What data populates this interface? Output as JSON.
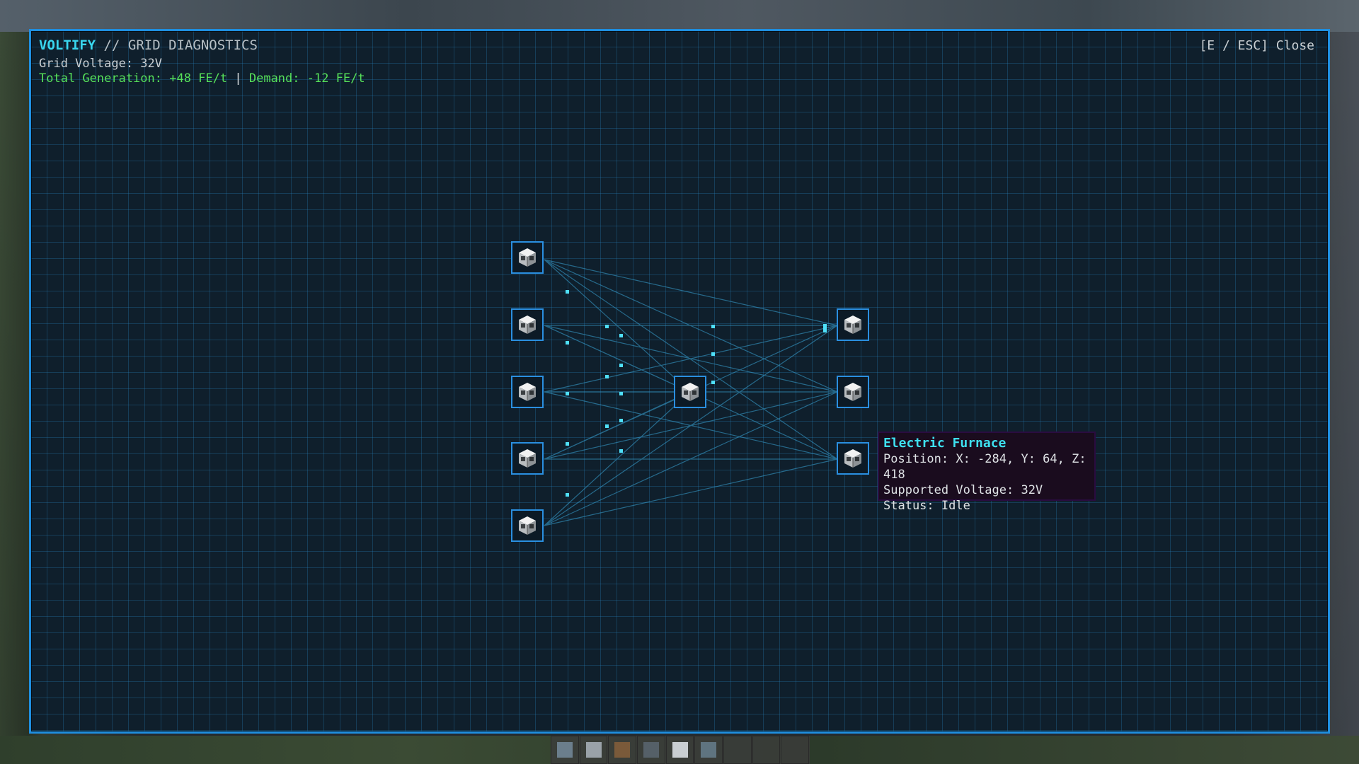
{
  "header": {
    "brand": "VOLTIFY",
    "separator": "//",
    "subtitle": "GRID DIAGNOSTICS",
    "voltage_text": "Grid Voltage: 32V",
    "generation_text": "Total Generation: +48 FE/t",
    "divider": "|",
    "demand_text": "Demand: -12 FE/t",
    "close_text": "[E / ESC] Close"
  },
  "tooltip": {
    "title": "Electric Furnace",
    "position": "Position: X: -284, Y: 64, Z: 418",
    "voltage": "Supported Voltage: 32V",
    "status": "Status: Idle"
  },
  "colors": {
    "accent": "#1f8fe0",
    "brand": "#39d6ee",
    "generation": "#56e05a",
    "link": "#3aa6d8",
    "tooltip_bg": "#1a0c1e"
  },
  "nodes": [
    {
      "id": "gen-1",
      "icon": "generator-icon"
    },
    {
      "id": "gen-2",
      "icon": "generator-icon"
    },
    {
      "id": "gen-3",
      "icon": "generator-icon"
    },
    {
      "id": "gen-4",
      "icon": "generator-icon"
    },
    {
      "id": "gen-5",
      "icon": "generator-icon"
    },
    {
      "id": "hub",
      "icon": "transformer-icon"
    },
    {
      "id": "machine-1",
      "icon": "machine-icon"
    },
    {
      "id": "machine-2",
      "icon": "machine-icon"
    },
    {
      "id": "machine-3",
      "icon": "electric-furnace-icon"
    }
  ],
  "hotbar": [
    "slot-1",
    "slot-2",
    "slot-3",
    "slot-4",
    "slot-5",
    "slot-6",
    "slot-7",
    "slot-8",
    "slot-9"
  ]
}
